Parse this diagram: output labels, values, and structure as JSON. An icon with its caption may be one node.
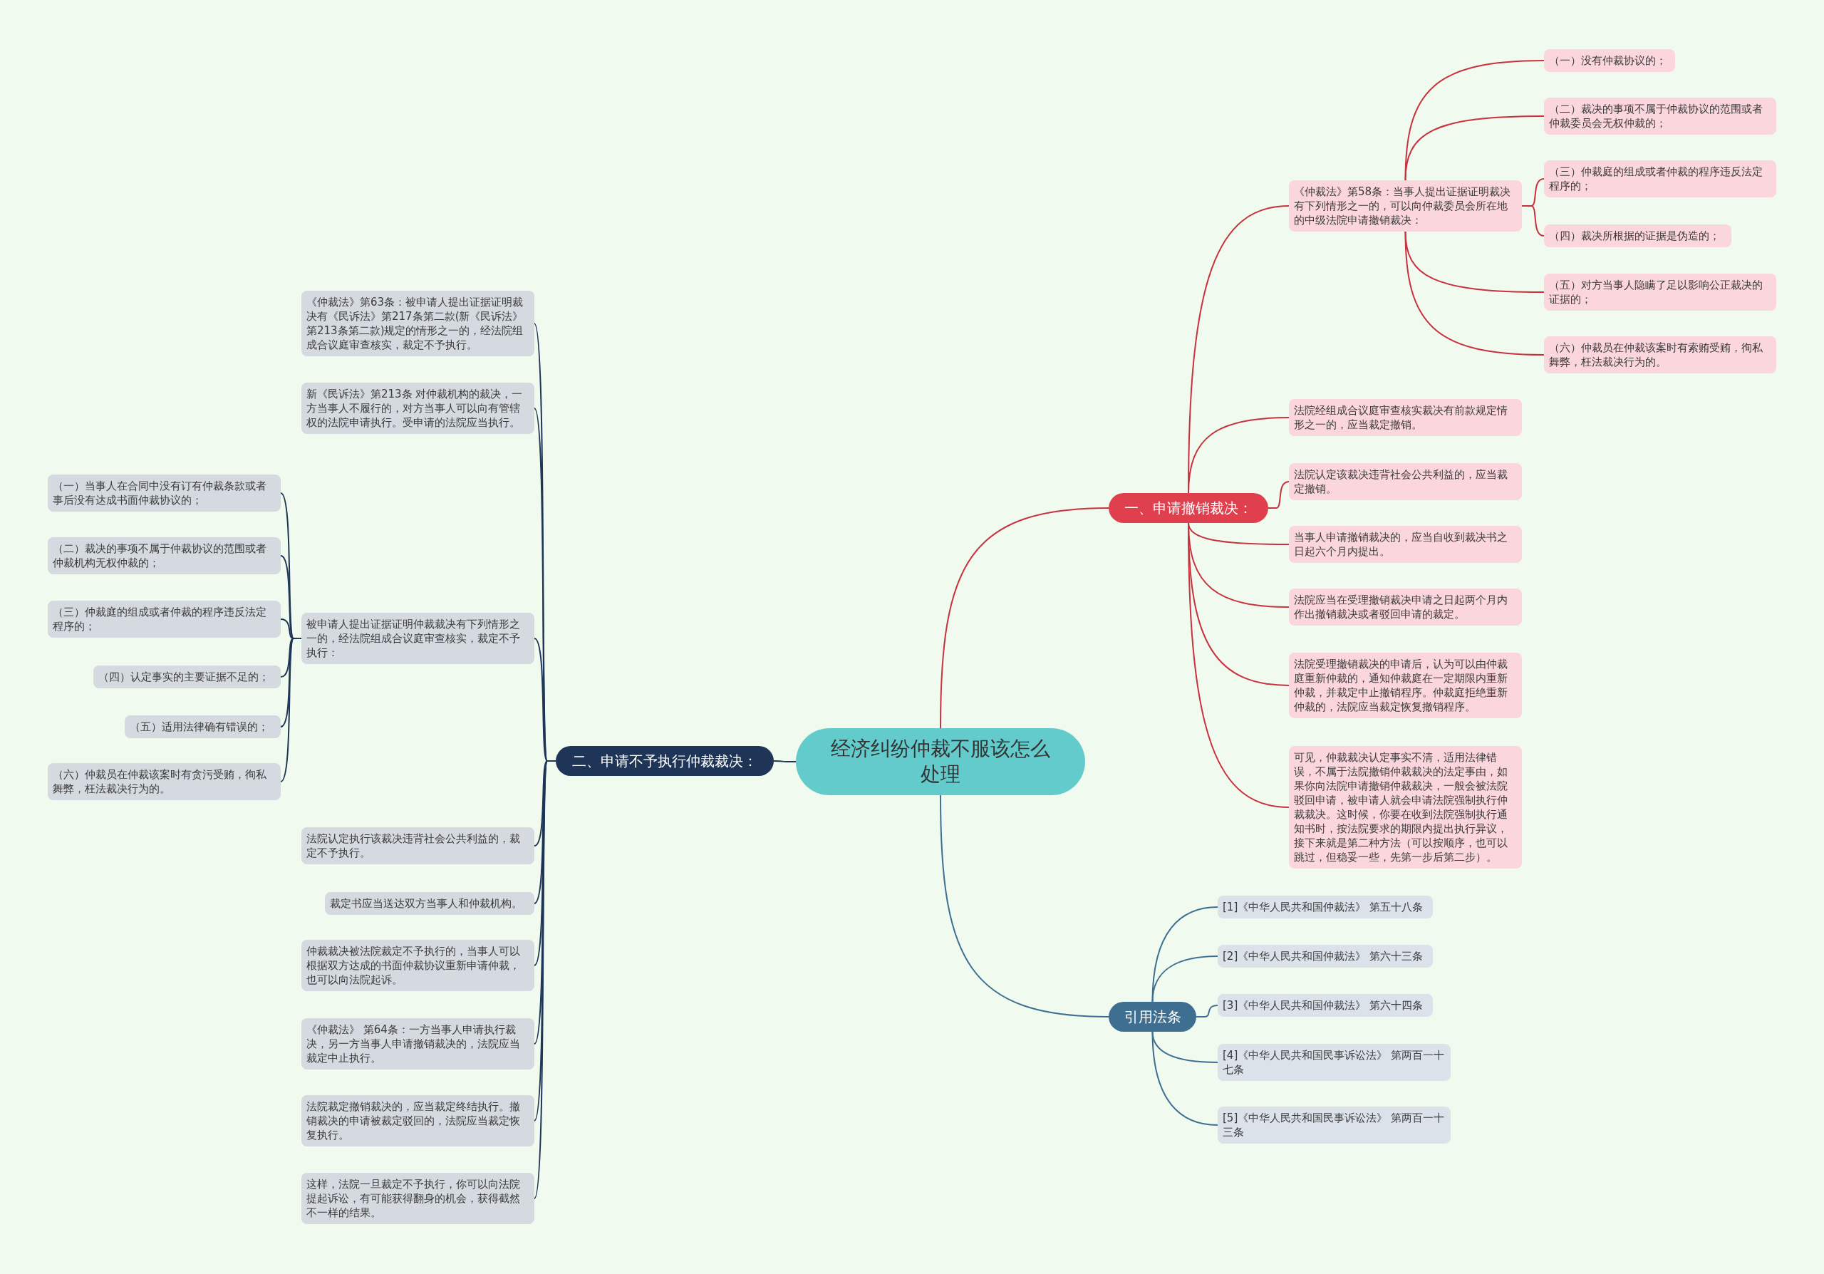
{
  "diagram": {
    "nodes": [
      {
        "text": [
          "经济纠纷仲裁不服该怎么处理"
        ]
      },
      {
        "text": [
          "一、申请撤销裁决："
        ]
      },
      {
        "text": [
          "《仲裁法》第58条：当事人提出证据证明裁决有下列情形之一的，可以向仲裁委员会所在地的中级法院申请撤销裁决："
        ]
      },
      {
        "text": [
          "（一）没有仲裁协议的；"
        ]
      },
      {
        "text": [
          "（二）裁决的事项不属于仲裁协议的范围或者仲裁委员会无权仲裁的；"
        ]
      },
      {
        "text": [
          "（三）仲裁庭的组成或者仲裁的程序违反法定程序的；"
        ]
      },
      {
        "text": [
          "（四）裁决所根据的证据是伪造的；"
        ]
      },
      {
        "text": [
          "（五）对方当事人隐瞒了足以影响公正裁决的证据的；"
        ]
      },
      {
        "text": [
          "（六）仲裁员在仲裁该案时有索贿受贿，徇私舞弊，枉法裁决行为的。"
        ]
      },
      {
        "text": [
          "法院经组成合议庭审查核实裁决有前款规定情形之一的，应当裁定撤销。"
        ]
      },
      {
        "text": [
          "法院认定该裁决违背社会公共利益的，应当裁定撤销。"
        ]
      },
      {
        "text": [
          "当事人申请撤销裁决的，应当自收到裁决书之日起六个月内提出。"
        ]
      },
      {
        "text": [
          "法院应当在受理撤销裁决申请之日起两个月内作出撤销裁决或者驳回申请的裁定。"
        ]
      },
      {
        "text": [
          "法院受理撤销裁决的申请后，认为可以由仲裁庭重新仲裁的，通知仲裁庭在一定期限内重新仲裁，并裁定中止撤销程序。仲裁庭拒绝重新仲裁的，法院应当裁定恢复撤销程序。"
        ]
      },
      {
        "text": [
          "可见，仲裁裁决认定事实不清，适用法律错误，不属于法院撤销仲裁裁决的法定事由，如果你向法院申请撤销仲裁裁决，一般会被法院驳回申请，被申请人就会申请法院强制执行仲裁裁决。这时候，你要在收到法院强制执行通知书时，按法院要求的期限内提出执行异议，接下来就是第二种方法（可以按顺序，也可以跳过，但稳妥一些，先第一步后第二步）。"
        ]
      },
      {
        "text": [
          "二、申请不予执行仲裁裁决："
        ]
      },
      {
        "text": [
          "《仲裁法》第63条：被申请人提出证据证明裁决有《民诉法》第217条第二款(新《民诉法》第213条第二款)规定的情形之一的，经法院组成合议庭审查核实，裁定不予执行。"
        ]
      },
      {
        "text": [
          "新《民诉法》第213条 对仲裁机构的裁决，一方当事人不履行的，对方当事人可以向有管辖权的法院申请执行。受申请的法院应当执行。"
        ]
      },
      {
        "text": [
          "被申请人提出证据证明仲裁裁决有下列情形之一的，经法院组成合议庭审查核实，裁定不予执行："
        ]
      },
      {
        "text": [
          "（一）当事人在合同中没有订有仲裁条款或者事后没有达成书面仲裁协议的；"
        ]
      },
      {
        "text": [
          "（二）裁决的事项不属于仲裁协议的范围或者仲裁机构无权仲裁的；"
        ]
      },
      {
        "text": [
          "（三）仲裁庭的组成或者仲裁的程序违反法定程序的；"
        ]
      },
      {
        "text": [
          "（四）认定事实的主要证据不足的；"
        ]
      },
      {
        "text": [
          "（五）适用法律确有错误的；"
        ]
      },
      {
        "text": [
          "（六）仲裁员在仲裁该案时有贪污受贿，徇私舞弊，枉法裁决行为的。"
        ]
      },
      {
        "text": [
          "法院认定执行该裁决违背社会公共利益的，裁定不予执行。"
        ]
      },
      {
        "text": [
          "裁定书应当送达双方当事人和仲裁机构。"
        ]
      },
      {
        "text": [
          "仲裁裁决被法院裁定不予执行的，当事人可以根据双方达成的书面仲裁协议重新申请仲裁，也可以向法院起诉。"
        ]
      },
      {
        "text": [
          "《仲裁法》 第64条：一方当事人申请执行裁决，另一方当事人申请撤销裁决的，法院应当裁定中止执行。"
        ]
      },
      {
        "text": [
          "法院裁定撤销裁决的，应当裁定终结执行。撤销裁决的申请被裁定驳回的，法院应当裁定恢复执行。"
        ]
      },
      {
        "text": [
          "这样，法院一旦裁定不予执行，你可以向法院提起诉讼，有可能获得翻身的机会，获得截然不一样的结果。"
        ]
      },
      {
        "text": [
          "引用法条"
        ]
      },
      {
        "text": [
          "[1]《中华人民共和国仲裁法》 第五十八条"
        ]
      },
      {
        "text": [
          "[2]《中华人民共和国仲裁法》 第六十三条"
        ]
      },
      {
        "text": [
          "[3]《中华人民共和国仲裁法》 第六十四条"
        ]
      },
      {
        "text": [
          "[4]《中华人民共和国民事诉讼法》 第两百一十七条"
        ]
      },
      {
        "text": [
          "[5]《中华人民共和国民事诉讼法》 第两百一十三条"
        ]
      }
    ],
    "edges": [
      {
        "from": 0,
        "to": 1,
        "arrow": "none",
        "color": "#c8323f"
      },
      {
        "from": 1,
        "to": 2,
        "arrow": "none",
        "color": "#c8323f"
      },
      {
        "from": 2,
        "to": 3,
        "arrow": "none",
        "color": "#c8323f"
      },
      {
        "from": 2,
        "to": 4,
        "arrow": "none",
        "color": "#c8323f"
      },
      {
        "from": 2,
        "to": 5,
        "arrow": "none",
        "color": "#c8323f"
      },
      {
        "from": 2,
        "to": 6,
        "arrow": "none",
        "color": "#c8323f"
      },
      {
        "from": 2,
        "to": 7,
        "arrow": "none",
        "color": "#c8323f"
      },
      {
        "from": 2,
        "to": 8,
        "arrow": "none",
        "color": "#c8323f"
      },
      {
        "from": 1,
        "to": 9,
        "arrow": "none",
        "color": "#c8323f"
      },
      {
        "from": 1,
        "to": 10,
        "arrow": "none",
        "color": "#c8323f"
      },
      {
        "from": 1,
        "to": 11,
        "arrow": "none",
        "color": "#c8323f"
      },
      {
        "from": 1,
        "to": 12,
        "arrow": "none",
        "color": "#c8323f"
      },
      {
        "from": 1,
        "to": 13,
        "arrow": "none",
        "color": "#c8323f"
      },
      {
        "from": 1,
        "to": 14,
        "arrow": "none",
        "color": "#c8323f"
      },
      {
        "from": 0,
        "to": 15,
        "arrow": "none"
      },
      {
        "from": 15,
        "to": 16,
        "arrow": "none"
      },
      {
        "from": 15,
        "to": 17,
        "arrow": "none"
      },
      {
        "from": 15,
        "to": 18,
        "arrow": "none"
      },
      {
        "from": 18,
        "to": 19,
        "arrow": "none"
      },
      {
        "from": 18,
        "to": 20,
        "arrow": "none"
      },
      {
        "from": 18,
        "to": 21,
        "arrow": "none"
      },
      {
        "from": 18,
        "to": 22,
        "arrow": "none"
      },
      {
        "from": 18,
        "to": 23,
        "arrow": "none"
      },
      {
        "from": 18,
        "to": 24,
        "arrow": "none"
      },
      {
        "from": 15,
        "to": 25,
        "arrow": "none"
      },
      {
        "from": 15,
        "to": 26,
        "arrow": "none"
      },
      {
        "from": 15,
        "to": 27,
        "arrow": "none"
      },
      {
        "from": 15,
        "to": 28,
        "arrow": "none"
      },
      {
        "from": 15,
        "to": 29,
        "arrow": "none"
      },
      {
        "from": 15,
        "to": 30,
        "arrow": "none"
      },
      {
        "from": 0,
        "to": 31,
        "arrow": "none",
        "color": "#3f6f90"
      },
      {
        "from": 31,
        "to": 32,
        "arrow": "none",
        "color": "#3f6f90"
      },
      {
        "from": 31,
        "to": 33,
        "arrow": "none",
        "color": "#3f6f90"
      },
      {
        "from": 31,
        "to": 34,
        "arrow": "none",
        "color": "#3f6f90"
      },
      {
        "from": 31,
        "to": 35,
        "arrow": "none",
        "color": "#3f6f90"
      },
      {
        "from": 31,
        "to": 36,
        "arrow": "none",
        "color": "#3f6f90"
      }
    ]
  }
}
